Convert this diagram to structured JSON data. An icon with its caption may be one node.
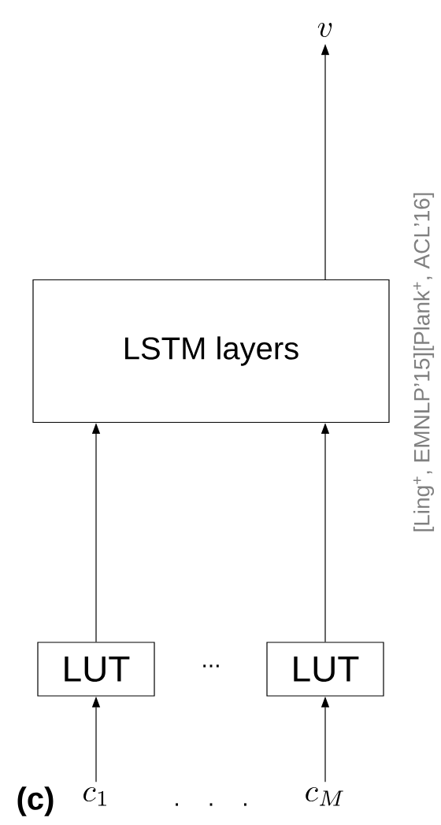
{
  "diagram": {
    "nodes": [
      {
        "text": [
          "v"
        ]
      },
      {
        "text": [
          "LSTM layers"
        ]
      },
      {
        "text": [
          "LUT"
        ]
      },
      {
        "text": [
          "LUT"
        ]
      },
      {
        "text": [
          "c_1"
        ]
      },
      {
        "text": [
          "c_M"
        ]
      }
    ],
    "edges": [
      {
        "from": 1,
        "to": 0,
        "arrow": "to"
      },
      {
        "from": 2,
        "to": 1,
        "arrow": "to"
      },
      {
        "from": 3,
        "to": 1,
        "arrow": "to"
      },
      {
        "from": 4,
        "to": 2,
        "arrow": "to"
      },
      {
        "from": 5,
        "to": 3,
        "arrow": "to"
      }
    ],
    "labels": [
      "[Ling$^{+}$, EMNLP’15][Plank$^{+}$, ACL’16]",
      "...",
      "(c)",
      ". . ."
    ]
  }
}
